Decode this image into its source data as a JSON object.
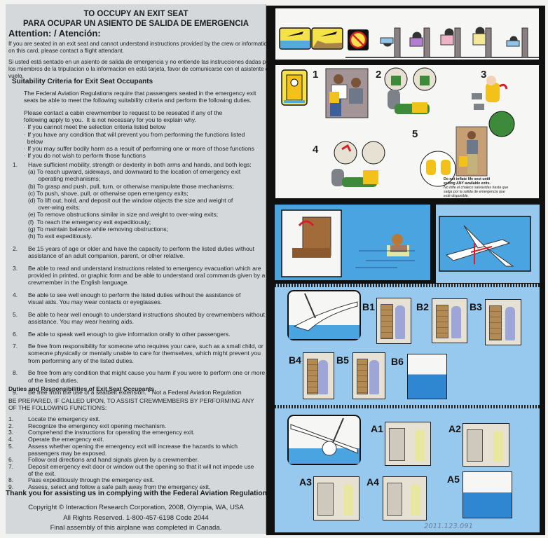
{
  "left_page": {
    "title_en": "TO OCCUPY AN EXIT SEAT",
    "title_es": "PARA OCUPAR UN ASIENTO DE SALIDA DE EMERGENCIA",
    "attention": "Attention: / Atención:",
    "attention_en": [
      "If you are seated in an exit seat and cannot understand instructions provided by the crew or information",
      "on this card, please contact a flight attendant."
    ],
    "attention_es": [
      "Si usted está sentado en un asiento de salida de emergencia y no entiende las instrucciones dadas por",
      "los miembros de la tripulacion o la informacion en está tarjeta, favor de comunicarse con el asistente de",
      "vuelo."
    ],
    "suitability_heading": "Suitability Criteria for Exit Seat Occupants",
    "suitability_intro": [
      "The Federal Aviation Regulations require that passengers seated in the emergency exit",
      "seats be able to meet the following suitability criteria and perform the following duties."
    ],
    "reseat_text": [
      "Please contact a cabin crewmember to request to be reseated if any of the",
      "following apply to you.  It is not necessary for you to explain why.",
      "· If you cannot meet the selection criteria listed below",
      "· If you have any condition that will prevent you from performing the functions listed",
      "  below",
      "· If you may suffer bodily harm as a result of performing one or more of those functions",
      "· If you do not wish to perform those functions"
    ],
    "criteria": [
      {
        "n": "1.",
        "lines": [
          "Have sufficient mobility, strength or dexterity in both arms and hands, and both legs:",
          "(a) To reach upward, sideways, and downward to the location of emergency exit",
          "      operating mechanisms;",
          "(b) To grasp and push, pull, turn, or otherwise manipulate those mechanisms;",
          "(c) To push, shove, pull, or otherwise open emergency exits;",
          "(d) To lift out, hold, and deposit out the window objects the size and weight of",
          "      over-wing exits;",
          "(e) To remove obstructions similar in size and weight to over-wing exits;",
          "(f)  To reach the emergency exit expeditiously;",
          "(g) To maintain balance while removing obstructions;",
          "(h) To exit expeditiously."
        ]
      },
      {
        "n": "2.",
        "lines": [
          "Be 15 years of age or older and have the capacity to perform the listed duties without",
          "assistance of an adult companion, parent, or other relative."
        ]
      },
      {
        "n": "3.",
        "lines": [
          "Be able to read and understand instructions related to emergency evacuation which are",
          "provided in printed, or graphic form and be able to understand oral commands given by a",
          "crewmember in the English language."
        ]
      },
      {
        "n": "4.",
        "lines": [
          "Be able to see well enough to perform the listed duties without the assistance of",
          "visual aids. You may wear contacts or eyeglasses."
        ]
      },
      {
        "n": "5.",
        "lines": [
          "Be able to hear well enough to understand instructions shouted by crewmembers without",
          "assistance. You may wear hearing aids."
        ]
      },
      {
        "n": "6.",
        "lines": [
          "Be able to speak well enough to give information orally to other passengers."
        ]
      },
      {
        "n": "7.",
        "lines": [
          "Be free from responsibility for someone who requires your care, such as a small child, or",
          "someone physically or mentally unable to care for themselves, which might prevent you",
          "from performing any of the listed duties."
        ]
      },
      {
        "n": "8.",
        "lines": [
          "Be free from any condition that might cause you harm if you were to perform one or more",
          "of the listed duties."
        ]
      },
      {
        "n": "9.",
        "lines": [
          "Be free from the use of a seatbelt extension. * Not a Federal Aviation Regulation"
        ]
      }
    ],
    "duties_heading": "Duties and Responsibilities of Exit Seat Occupants",
    "duties_intro": [
      "BE PREPARED, IF CALLED UPON, TO ASSIST CREWMEMBERS BY PERFORMING ANY",
      "OF THE FOLLOWING FUNCTIONS:"
    ],
    "functions": [
      {
        "n": "1.",
        "lines": [
          "Locate the emergency exit."
        ]
      },
      {
        "n": "2.",
        "lines": [
          "Recognize the emergency exit opening mechanism."
        ]
      },
      {
        "n": "3.",
        "lines": [
          "Comprehend the instructions for operating the emergency exit."
        ]
      },
      {
        "n": "4.",
        "lines": [
          "Operate the emergency exit."
        ]
      },
      {
        "n": "5.",
        "lines": [
          "Assess whether opening the emergency exit will increase the hazards to which",
          "passengers may be exposed."
        ]
      },
      {
        "n": "6.",
        "lines": [
          "Follow oral directions and hand signals given by a crewmember."
        ]
      },
      {
        "n": "7.",
        "lines": [
          "Deposit emergency exit door or window out the opening so that it will not impede use",
          "of the exit."
        ]
      },
      {
        "n": "8.",
        "lines": [
          "Pass expeditiously through the emergency exit."
        ]
      },
      {
        "n": "9.",
        "lines": [
          "Assess, select and follow a safe path away from the emergency exit."
        ]
      }
    ],
    "thank_you": "Thank you for assisting us in complying with the Federal Aviation Regulations",
    "copyright": [
      "Copyright  ©  Interaction Research Corporation, 2008, Olympia, WA, USA",
      "All Rights Reserved. 1-800-457-6198 Code 2044",
      "Final assembly of this airplane was completed in Canada."
    ]
  },
  "right_page": {
    "life_vest_steps": [
      "1",
      "2",
      "3",
      "4",
      "5"
    ],
    "vest_note_en": [
      "Do not inflate life vest until",
      "exiting ANY available exits."
    ],
    "vest_note_es": [
      "No infle el chaleco salvavidas hasta que",
      "salga por la salida de emergencia que",
      "esté disponible."
    ],
    "door_steps": [
      "B1",
      "B2",
      "B3",
      "B4",
      "B5",
      "B6"
    ],
    "window_steps": [
      "A1",
      "A2",
      "A3",
      "A4",
      "A5"
    ],
    "accession_number": "2011.123.091"
  },
  "colors": {
    "panel_blue": "#4aa4e0",
    "panel_light_blue": "#97c8ee",
    "vest_yellow": "#f3c21a",
    "arrow_red": "#d4202a",
    "frame": "#111111"
  }
}
